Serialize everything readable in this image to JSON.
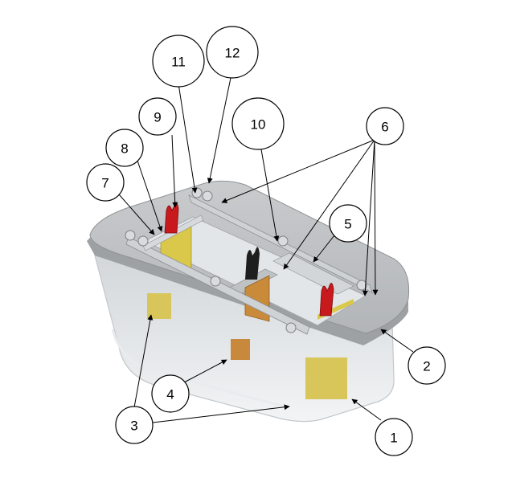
{
  "callouts": [
    {
      "id": "1",
      "label": "1"
    },
    {
      "id": "2",
      "label": "2"
    },
    {
      "id": "3",
      "label": "3"
    },
    {
      "id": "4",
      "label": "4"
    },
    {
      "id": "5",
      "label": "5"
    },
    {
      "id": "6",
      "label": "6"
    },
    {
      "id": "7",
      "label": "7"
    },
    {
      "id": "8",
      "label": "8"
    },
    {
      "id": "9",
      "label": "9"
    },
    {
      "id": "10",
      "label": "10"
    },
    {
      "id": "11",
      "label": "11"
    },
    {
      "id": "12",
      "label": "12"
    }
  ],
  "colors": {
    "tray_body": "#e4e7e9",
    "lid": "#bfc1c3",
    "lid_edge": "#9fa2a5",
    "electrode_yellow": "#d9c84a",
    "electrode_orange": "#c98a3a",
    "clip_red": "#c8191c",
    "clip_black": "#1e1e1e",
    "rail": "#cfd2d4"
  }
}
